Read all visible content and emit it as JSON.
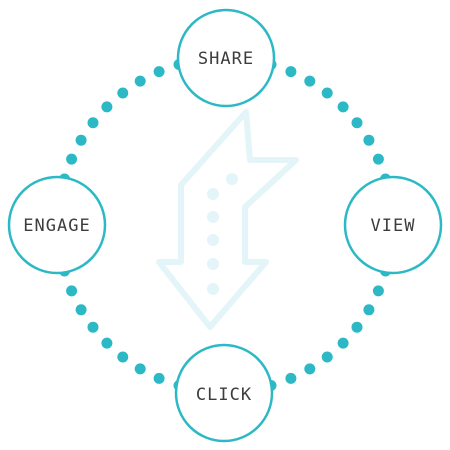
{
  "colors": {
    "accent": "#2cb9c5",
    "arrow": "#e3f5f8",
    "label": "#3d3d3d",
    "background": "#ffffff"
  },
  "nodes": {
    "share": {
      "label": "SHARE"
    },
    "view": {
      "label": "VIEW"
    },
    "click": {
      "label": "CLICK"
    },
    "engage": {
      "label": "ENGAGE"
    }
  },
  "center_icon": "down-arrow-icon"
}
